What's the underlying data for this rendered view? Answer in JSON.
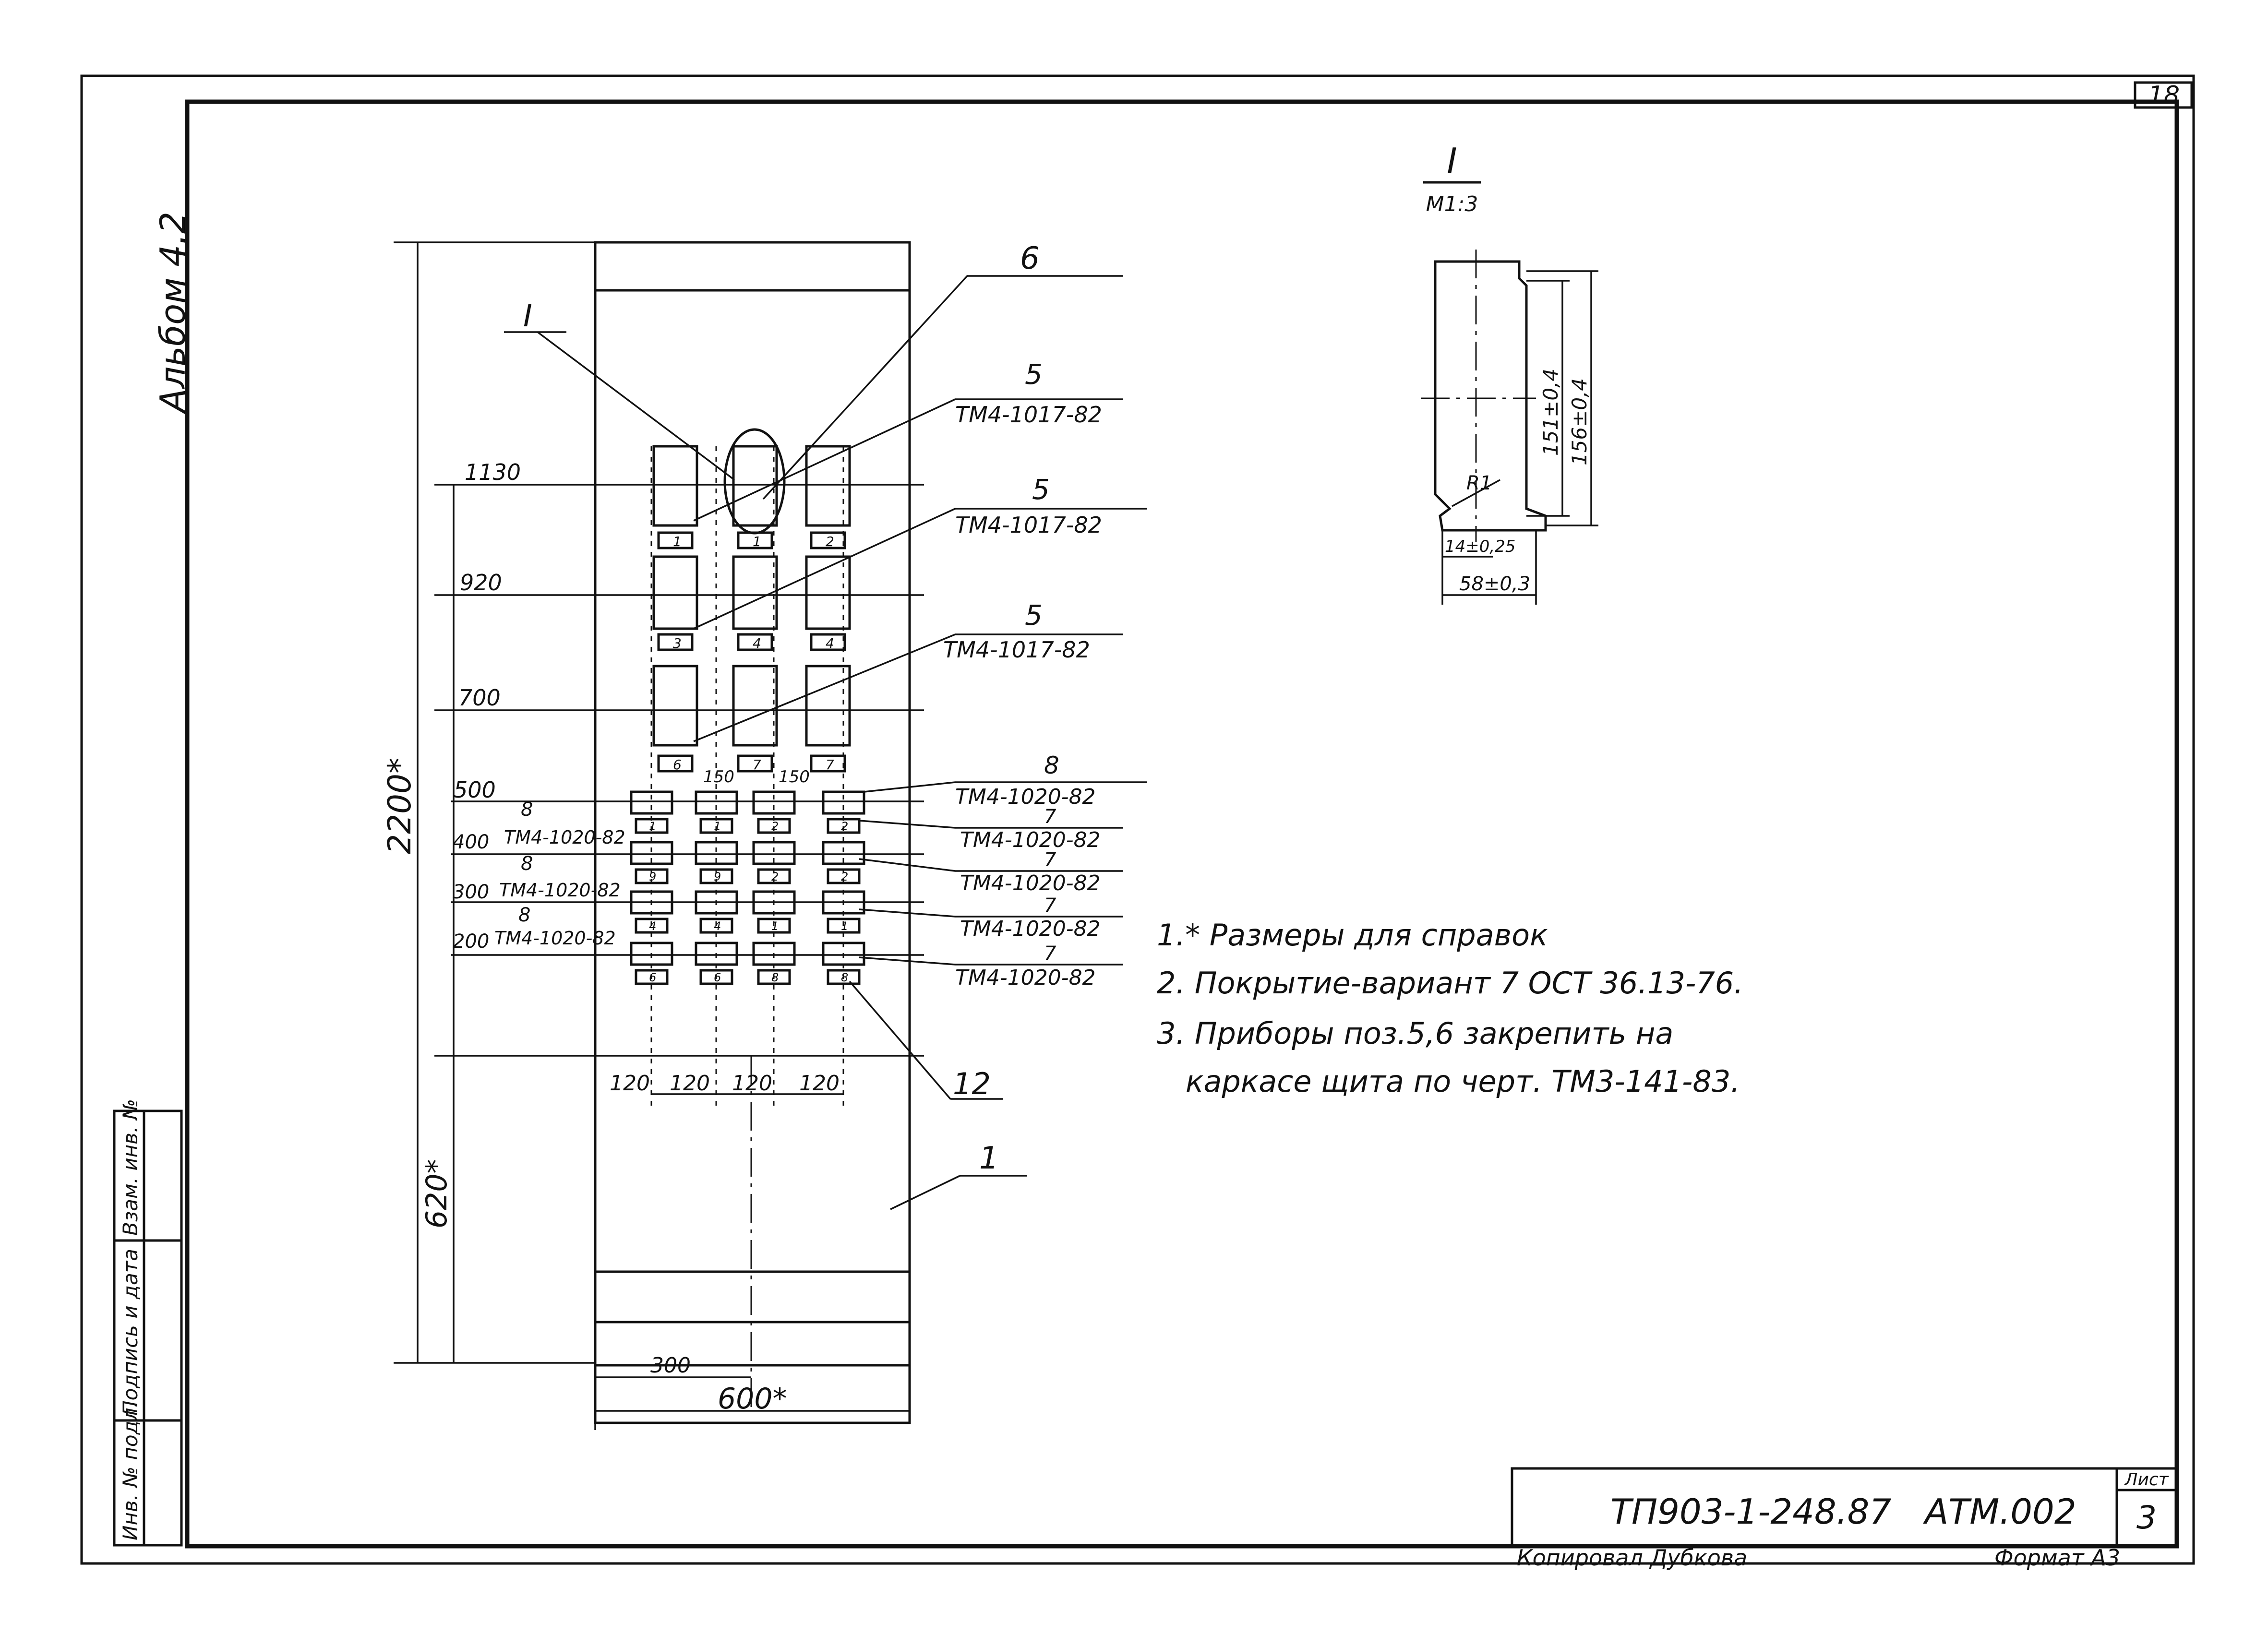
{
  "page": {
    "number": "18"
  },
  "side_label": "Альбом 4.2",
  "stamp_left": [
    "Инв. № подл.",
    "Подпись и дата",
    "Взам. инв. №"
  ],
  "section": {
    "mark": "I",
    "scale": "M1:3"
  },
  "section_dims": {
    "inner_height": "151±0,4",
    "outer_height": "156±0,4",
    "bottom_inner": "14±0,25",
    "bottom_outer": "58±0,3",
    "radius": "R1"
  },
  "levels": [
    "1130",
    "920",
    "700",
    "500",
    "400",
    "300",
    "200"
  ],
  "overall_dims": {
    "height": "2200*",
    "lower_height": "620*",
    "width": "600*",
    "half_width": "300",
    "spacing": "150"
  },
  "column_spacing": [
    "120",
    "120",
    "120",
    "120"
  ],
  "callouts": {
    "section_mark": "I",
    "item_6": "6",
    "item_5": "5",
    "item_8": "8",
    "item_7": "7",
    "item_12": "12",
    "item_1": "1",
    "tm_1017": "ТМ4-1017-82",
    "tm_1020": "ТМ4-1020-82"
  },
  "plate_numbers": {
    "row1": [
      "1",
      "1",
      "2"
    ],
    "row2": [
      "3",
      "4",
      "4"
    ],
    "row3": [
      "6",
      "7",
      "7"
    ],
    "row4": [
      "1",
      "1",
      "2",
      "2"
    ],
    "row5": [
      "9",
      "9",
      "2",
      "2"
    ],
    "row6": [
      "4",
      "4",
      "1",
      "1"
    ],
    "row7": [
      "6",
      "6",
      "8",
      "8"
    ]
  },
  "notes": [
    "1.* Размеры для справок",
    "2. Покрытие-вариант 7 ОСТ 36.13-76.",
    "3. Приборы поз.5,6 закрепить на",
    "каркасе щита по черт. ТМ3-141-83."
  ],
  "title_block": {
    "doc_code": "ТП903-1-248.87",
    "doc_mark": "АТМ.002",
    "sheet_label": "Лист",
    "sheet_number": "3",
    "copied": "Копировал Дубкова",
    "format": "Формат А3"
  }
}
